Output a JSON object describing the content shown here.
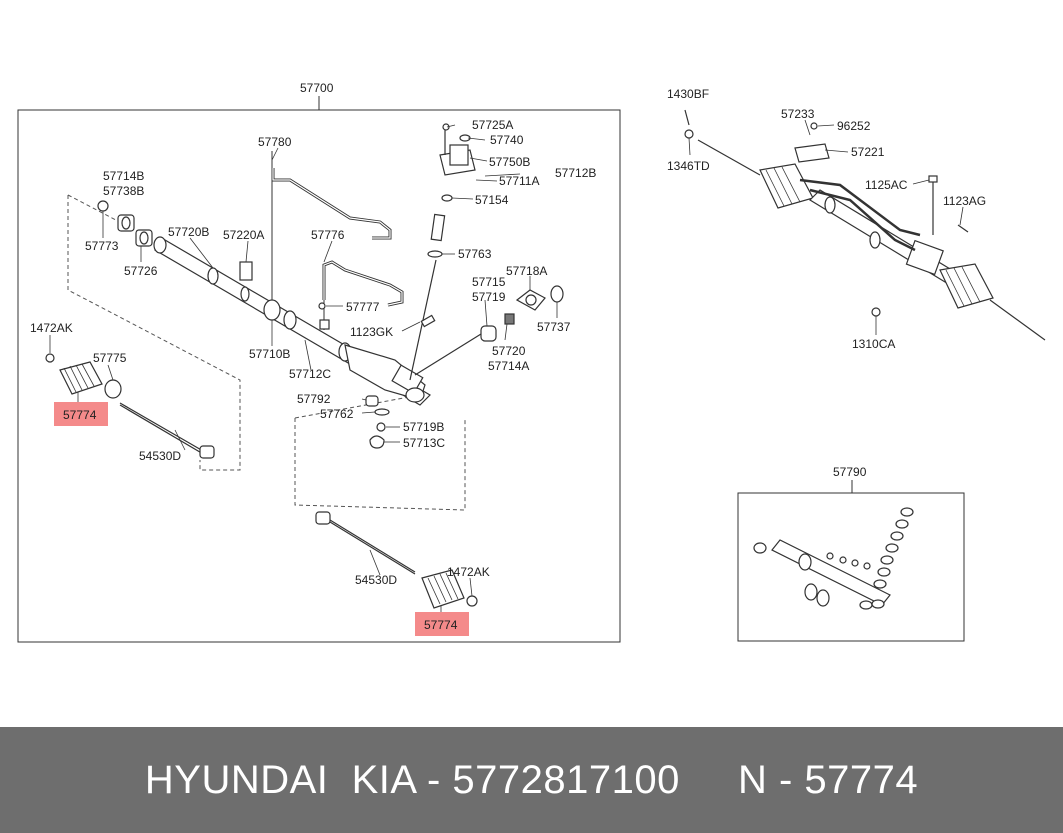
{
  "diagram": {
    "main_assembly": "57700",
    "kit_assembly": "57790",
    "highlight_color": "#f48a8a",
    "callouts": [
      {
        "id": "57780",
        "text": "57780"
      },
      {
        "id": "57725A",
        "text": "57725A"
      },
      {
        "id": "57740",
        "text": "57740"
      },
      {
        "id": "57750B",
        "text": "57750B"
      },
      {
        "id": "57712B",
        "text": "57712B"
      },
      {
        "id": "57711A",
        "text": "57711A"
      },
      {
        "id": "57154",
        "text": "57154"
      },
      {
        "id": "57714B",
        "text": "57714B"
      },
      {
        "id": "57738B",
        "text": "57738B"
      },
      {
        "id": "57720B",
        "text": "57720B"
      },
      {
        "id": "57220A",
        "text": "57220A"
      },
      {
        "id": "57776",
        "text": "57776"
      },
      {
        "id": "57763",
        "text": "57763"
      },
      {
        "id": "57773",
        "text": "57773"
      },
      {
        "id": "57726",
        "text": "57726"
      },
      {
        "id": "57718A",
        "text": "57718A"
      },
      {
        "id": "57715",
        "text": "57715"
      },
      {
        "id": "57719",
        "text": "57719"
      },
      {
        "id": "57777",
        "text": "57777"
      },
      {
        "id": "1472AK-left",
        "text": "1472AK"
      },
      {
        "id": "57737",
        "text": "57737"
      },
      {
        "id": "1123GK",
        "text": "1123GK"
      },
      {
        "id": "57720",
        "text": "57720"
      },
      {
        "id": "57714A",
        "text": "57714A"
      },
      {
        "id": "57710B",
        "text": "57710B"
      },
      {
        "id": "57775",
        "text": "57775"
      },
      {
        "id": "57712C",
        "text": "57712C"
      },
      {
        "id": "57792",
        "text": "57792"
      },
      {
        "id": "57762",
        "text": "57762"
      },
      {
        "id": "57719B",
        "text": "57719B"
      },
      {
        "id": "57713C",
        "text": "57713C"
      },
      {
        "id": "54530D-left",
        "text": "54530D"
      },
      {
        "id": "54530D-right",
        "text": "54530D"
      },
      {
        "id": "1472AK-right",
        "text": "1472AK"
      },
      {
        "id": "1430BF",
        "text": "1430BF"
      },
      {
        "id": "1346TD",
        "text": "1346TD"
      },
      {
        "id": "57233",
        "text": "57233"
      },
      {
        "id": "96252",
        "text": "96252"
      },
      {
        "id": "57221",
        "text": "57221"
      },
      {
        "id": "1125AC",
        "text": "1125AC"
      },
      {
        "id": "1123AG",
        "text": "1123AG"
      },
      {
        "id": "1310CA",
        "text": "1310CA"
      }
    ],
    "highlights": [
      {
        "id": "hl-left",
        "text": "57774"
      },
      {
        "id": "hl-right",
        "text": "57774"
      }
    ]
  },
  "footer": {
    "text": "HYUNDAI  KIA - 5772817100     N - 57774",
    "background": "#6e6e6e"
  }
}
